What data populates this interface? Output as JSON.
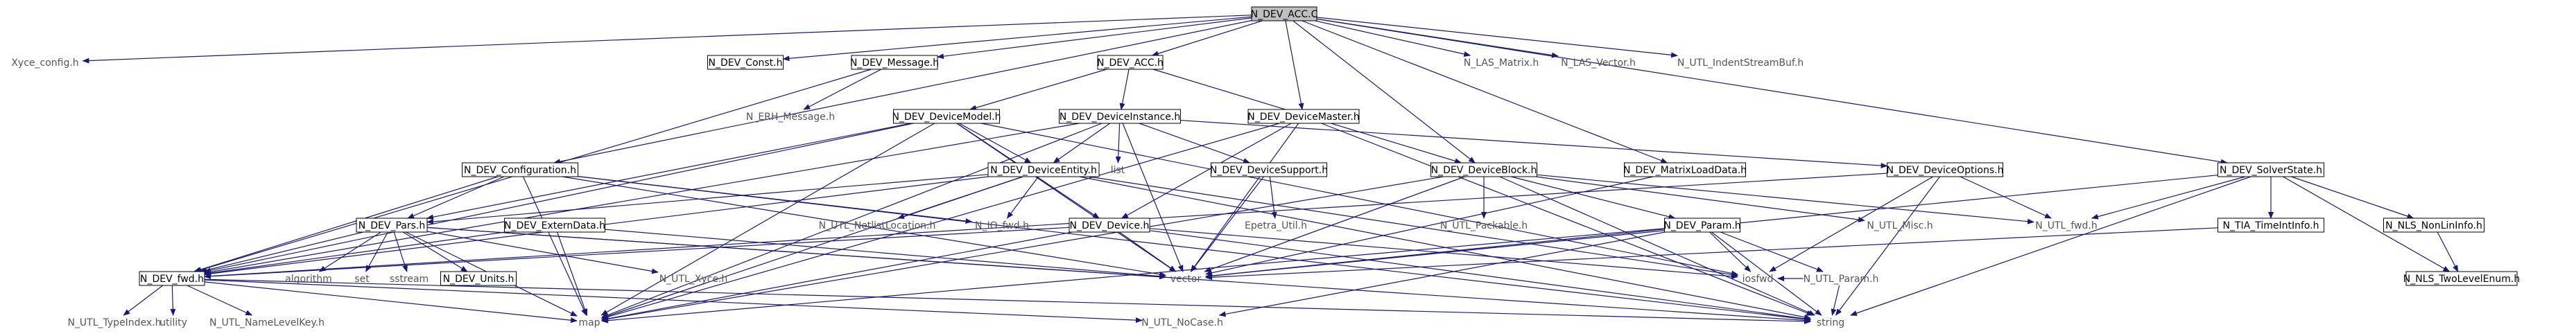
{
  "colors": {
    "edge": "#191970",
    "root_fill": "#bfbfbf",
    "node_fill": "#ffffff",
    "node_border": "#000000",
    "plain_text": "#555555"
  },
  "nodes": [
    {
      "id": "acc_h",
      "label": "N_DEV_ACC.C",
      "kind": "root"
    },
    {
      "id": "xyce_config",
      "label": "Xyce_config.h",
      "kind": "plain"
    },
    {
      "id": "const",
      "label": "N_DEV_Const.h",
      "kind": "box"
    },
    {
      "id": "message",
      "label": "N_DEV_Message.h",
      "kind": "box"
    },
    {
      "id": "dev_acc",
      "label": "N_DEV_ACC.h",
      "kind": "box"
    },
    {
      "id": "las_matrix",
      "label": "N_LAS_Matrix.h",
      "kind": "plain"
    },
    {
      "id": "las_vector",
      "label": "N_LAS_Vector.h",
      "kind": "plain"
    },
    {
      "id": "indent",
      "label": "N_UTL_IndentStreamBuf.h",
      "kind": "plain"
    },
    {
      "id": "erh_message",
      "label": "N_ERH_Message.h",
      "kind": "plain"
    },
    {
      "id": "devmodel",
      "label": "N_DEV_DeviceModel.h",
      "kind": "box"
    },
    {
      "id": "devinst",
      "label": "N_DEV_DeviceInstance.h",
      "kind": "box"
    },
    {
      "id": "devmaster",
      "label": "N_DEV_DeviceMaster.h",
      "kind": "box"
    },
    {
      "id": "configuration",
      "label": "N_DEV_Configuration.h",
      "kind": "box"
    },
    {
      "id": "deventity",
      "label": "N_DEV_DeviceEntity.h",
      "kind": "box"
    },
    {
      "id": "list",
      "label": "list",
      "kind": "plain"
    },
    {
      "id": "devsupport",
      "label": "N_DEV_DeviceSupport.h",
      "kind": "box"
    },
    {
      "id": "devblock",
      "label": "N_DEV_DeviceBlock.h",
      "kind": "box"
    },
    {
      "id": "matrixload",
      "label": "N_DEV_MatrixLoadData.h",
      "kind": "box"
    },
    {
      "id": "devoptions",
      "label": "N_DEV_DeviceOptions.h",
      "kind": "box"
    },
    {
      "id": "solverstate",
      "label": "N_DEV_SolverState.h",
      "kind": "box"
    },
    {
      "id": "pars",
      "label": "N_DEV_Pars.h",
      "kind": "box"
    },
    {
      "id": "externdata",
      "label": "N_DEV_ExternData.h",
      "kind": "box"
    },
    {
      "id": "netlistloc",
      "label": "N_UTL_NetlistLocation.h",
      "kind": "plain"
    },
    {
      "id": "io_fwd",
      "label": "N_IO_fwd.h",
      "kind": "plain"
    },
    {
      "id": "device",
      "label": "N_DEV_Device.h",
      "kind": "box"
    },
    {
      "id": "epetra",
      "label": "Epetra_Util.h",
      "kind": "plain"
    },
    {
      "id": "packable",
      "label": "N_UTL_Packable.h",
      "kind": "plain"
    },
    {
      "id": "param",
      "label": "N_DEV_Param.h",
      "kind": "box"
    },
    {
      "id": "misc",
      "label": "N_UTL_Misc.h",
      "kind": "plain"
    },
    {
      "id": "utl_fwd",
      "label": "N_UTL_fwd.h",
      "kind": "plain"
    },
    {
      "id": "timeint",
      "label": "N_TIA_TimeIntInfo.h",
      "kind": "box"
    },
    {
      "id": "nonlininfo",
      "label": "N_NLS_NonLinInfo.h",
      "kind": "box"
    },
    {
      "id": "dev_fwd",
      "label": "N_DEV_fwd.h",
      "kind": "box"
    },
    {
      "id": "algorithm",
      "label": "algorithm",
      "kind": "plain"
    },
    {
      "id": "set",
      "label": "set",
      "kind": "plain"
    },
    {
      "id": "sstream",
      "label": "sstream",
      "kind": "plain"
    },
    {
      "id": "units",
      "label": "N_DEV_Units.h",
      "kind": "box"
    },
    {
      "id": "utl_xyce",
      "label": "N_UTL_Xyce.h",
      "kind": "plain"
    },
    {
      "id": "vector",
      "label": "vector",
      "kind": "plain"
    },
    {
      "id": "utl_param",
      "label": "N_UTL_Param.h",
      "kind": "plain"
    },
    {
      "id": "iosfwd",
      "label": "iosfwd",
      "kind": "plain"
    },
    {
      "id": "twolevel",
      "label": "N_NLS_TwoLevelEnum.h",
      "kind": "box"
    },
    {
      "id": "typeindex",
      "label": "N_UTL_TypeIndex.h",
      "kind": "plain"
    },
    {
      "id": "utility",
      "label": "utility",
      "kind": "plain"
    },
    {
      "id": "namelevel",
      "label": "N_UTL_NameLevelKey.h",
      "kind": "plain"
    },
    {
      "id": "map",
      "label": "map",
      "kind": "plain"
    },
    {
      "id": "nocase",
      "label": "N_UTL_NoCase.h",
      "kind": "plain"
    },
    {
      "id": "string",
      "label": "string",
      "kind": "plain"
    }
  ],
  "edges": [
    [
      "acc_h",
      "xyce_config"
    ],
    [
      "acc_h",
      "const"
    ],
    [
      "acc_h",
      "message"
    ],
    [
      "acc_h",
      "dev_acc"
    ],
    [
      "acc_h",
      "las_matrix"
    ],
    [
      "acc_h",
      "las_vector"
    ],
    [
      "acc_h",
      "indent"
    ],
    [
      "acc_h",
      "devmaster"
    ],
    [
      "acc_h",
      "solverstate"
    ],
    [
      "acc_h",
      "devblock"
    ],
    [
      "acc_h",
      "matrixload"
    ],
    [
      "acc_h",
      "configuration"
    ],
    [
      "message",
      "erh_message"
    ],
    [
      "message",
      "dev_fwd"
    ],
    [
      "dev_acc",
      "devmodel"
    ],
    [
      "dev_acc",
      "devinst"
    ],
    [
      "dev_acc",
      "devblock"
    ],
    [
      "devmodel",
      "deventity"
    ],
    [
      "devmodel",
      "pars"
    ],
    [
      "devmodel",
      "dev_fwd"
    ],
    [
      "devmodel",
      "vector"
    ],
    [
      "devmodel",
      "map"
    ],
    [
      "devmodel",
      "iosfwd"
    ],
    [
      "devmodel",
      "device"
    ],
    [
      "devinst",
      "deventity"
    ],
    [
      "devinst",
      "devsupport"
    ],
    [
      "devinst",
      "list"
    ],
    [
      "devinst",
      "vector"
    ],
    [
      "devinst",
      "map"
    ],
    [
      "devinst",
      "dev_fwd"
    ],
    [
      "devinst",
      "devoptions"
    ],
    [
      "devmaster",
      "device"
    ],
    [
      "devmaster",
      "map"
    ],
    [
      "devmaster",
      "vector"
    ],
    [
      "devmaster",
      "string"
    ],
    [
      "configuration",
      "pars"
    ],
    [
      "configuration",
      "io_fwd"
    ],
    [
      "configuration",
      "dev_fwd"
    ],
    [
      "configuration",
      "map"
    ],
    [
      "configuration",
      "vector"
    ],
    [
      "configuration",
      "string"
    ],
    [
      "deventity",
      "netlistloc"
    ],
    [
      "deventity",
      "io_fwd"
    ],
    [
      "deventity",
      "pars"
    ],
    [
      "deventity",
      "dev_fwd"
    ],
    [
      "deventity",
      "string"
    ],
    [
      "deventity",
      "iosfwd"
    ],
    [
      "deventity",
      "map"
    ],
    [
      "devsupport",
      "epetra"
    ],
    [
      "devsupport",
      "vector"
    ],
    [
      "devblock",
      "packable"
    ],
    [
      "devblock",
      "param"
    ],
    [
      "devblock",
      "misc"
    ],
    [
      "devblock",
      "utl_fwd"
    ],
    [
      "devblock",
      "vector"
    ],
    [
      "devblock",
      "string"
    ],
    [
      "devblock",
      "map"
    ],
    [
      "matrixload",
      "vector"
    ],
    [
      "devoptions",
      "utl_fwd"
    ],
    [
      "devoptions",
      "dev_fwd"
    ],
    [
      "devoptions",
      "string"
    ],
    [
      "devoptions",
      "iosfwd"
    ],
    [
      "solverstate",
      "utl_fwd"
    ],
    [
      "solverstate",
      "timeint"
    ],
    [
      "solverstate",
      "nonlininfo"
    ],
    [
      "solverstate",
      "twolevel"
    ],
    [
      "solverstate",
      "vector"
    ],
    [
      "solverstate",
      "string"
    ],
    [
      "pars",
      "dev_fwd"
    ],
    [
      "pars",
      "algorithm"
    ],
    [
      "pars",
      "set"
    ],
    [
      "pars",
      "sstream"
    ],
    [
      "pars",
      "units"
    ],
    [
      "pars",
      "utl_xyce"
    ],
    [
      "pars",
      "vector"
    ],
    [
      "pars",
      "map"
    ],
    [
      "pars",
      "string"
    ],
    [
      "externdata",
      "dev_fwd"
    ],
    [
      "externdata",
      "map"
    ],
    [
      "externdata",
      "vector"
    ],
    [
      "device",
      "dev_fwd"
    ],
    [
      "device",
      "vector"
    ],
    [
      "device",
      "map"
    ],
    [
      "device",
      "string"
    ],
    [
      "device",
      "iosfwd"
    ],
    [
      "param",
      "utl_param"
    ],
    [
      "param",
      "iosfwd"
    ],
    [
      "param",
      "vector"
    ],
    [
      "param",
      "string"
    ],
    [
      "param",
      "map"
    ],
    [
      "param",
      "nocase"
    ],
    [
      "timeint",
      "vector"
    ],
    [
      "nonlininfo",
      "twolevel"
    ],
    [
      "dev_fwd",
      "typeindex"
    ],
    [
      "dev_fwd",
      "utility"
    ],
    [
      "dev_fwd",
      "namelevel"
    ],
    [
      "dev_fwd",
      "map"
    ],
    [
      "dev_fwd",
      "nocase"
    ],
    [
      "dev_fwd",
      "string"
    ],
    [
      "utl_param",
      "string"
    ],
    [
      "utl_param",
      "iosfwd"
    ]
  ]
}
